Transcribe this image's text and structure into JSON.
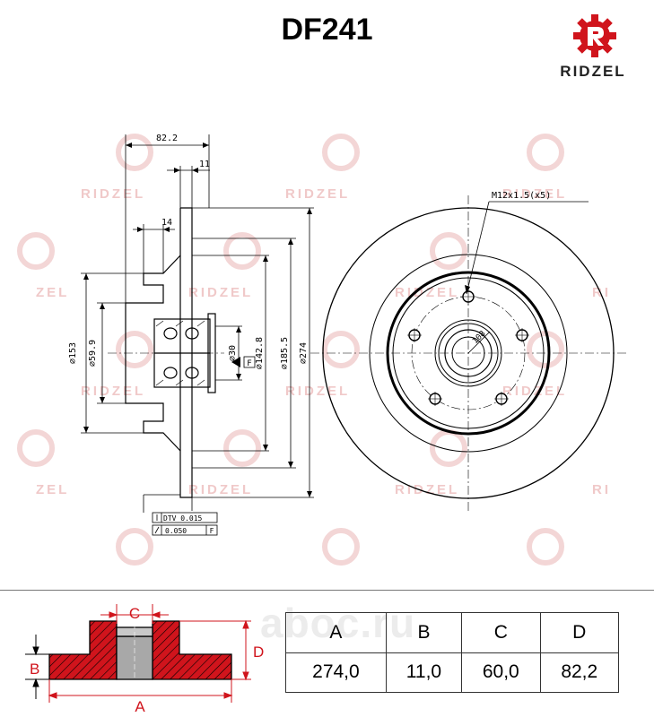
{
  "header": {
    "part_number": "DF241",
    "brand": "RIDZEL"
  },
  "watermark": {
    "text": "RIDZEL",
    "partial_left": "ZEL",
    "partial_right": "RI",
    "site": "aboc.ru",
    "color": "#f0c9c9"
  },
  "drawing": {
    "dim_overall_depth": "82.2",
    "dim_disc_thickness": "11",
    "dim_hub_step": "14",
    "dia_outer_hub": "∅153",
    "dia_bore": "∅59.9",
    "dia_center": "∅30",
    "dia_hat": "∅142.8",
    "dia_inner_friction": "∅185.5",
    "dia_outer": "∅274",
    "tolerance_dtv": "DTV 0.015",
    "tolerance_runout": "0.050",
    "datum": "F",
    "thread": "M12x1.5(x5)",
    "pcd": "108",
    "line_color": "#000000"
  },
  "legend": {
    "label_a": "A",
    "label_b": "B",
    "label_c": "C",
    "label_d": "D",
    "accent_color": "#d0141c"
  },
  "specs": {
    "headers": [
      "A",
      "B",
      "C",
      "D"
    ],
    "values": [
      "274,0",
      "11,0",
      "60,0",
      "82,2"
    ]
  }
}
